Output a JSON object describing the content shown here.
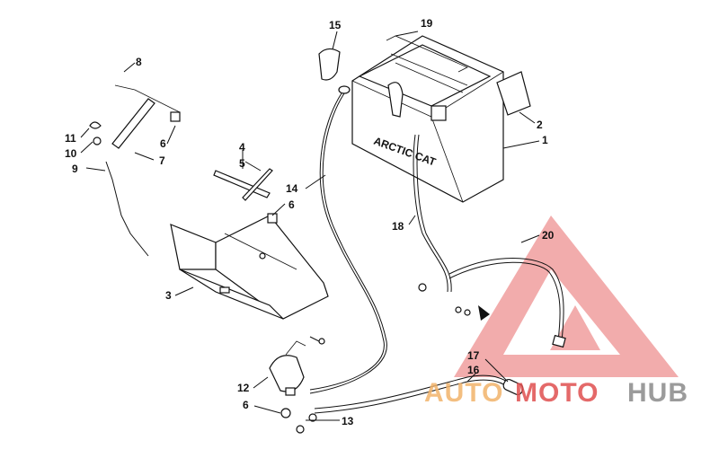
{
  "callouts": [
    {
      "id": "c1",
      "text": "1"
    },
    {
      "id": "c2",
      "text": "2"
    },
    {
      "id": "c3",
      "text": "3"
    },
    {
      "id": "c4",
      "text": "4"
    },
    {
      "id": "c5",
      "text": "5"
    },
    {
      "id": "c6a",
      "text": "6"
    },
    {
      "id": "c6b",
      "text": "6"
    },
    {
      "id": "c6c",
      "text": "6"
    },
    {
      "id": "c7",
      "text": "7"
    },
    {
      "id": "c8",
      "text": "8"
    },
    {
      "id": "c9",
      "text": "9"
    },
    {
      "id": "c10",
      "text": "10"
    },
    {
      "id": "c11",
      "text": "11"
    },
    {
      "id": "c12",
      "text": "12"
    },
    {
      "id": "c13",
      "text": "13"
    },
    {
      "id": "c14",
      "text": "14"
    },
    {
      "id": "c15",
      "text": "15"
    },
    {
      "id": "c16",
      "text": "16"
    },
    {
      "id": "c17",
      "text": "17"
    },
    {
      "id": "c18",
      "text": "18"
    },
    {
      "id": "c19",
      "text": "19"
    },
    {
      "id": "c20",
      "text": "20"
    }
  ],
  "battery_label": "ARCTIC CAT",
  "watermark": {
    "part1": "AUTO",
    "part2": "MOTO",
    "part3": "HUB",
    "color_orange": "#f2b36a",
    "color_red": "#e05050",
    "color_gray": "#8a8a8a"
  }
}
